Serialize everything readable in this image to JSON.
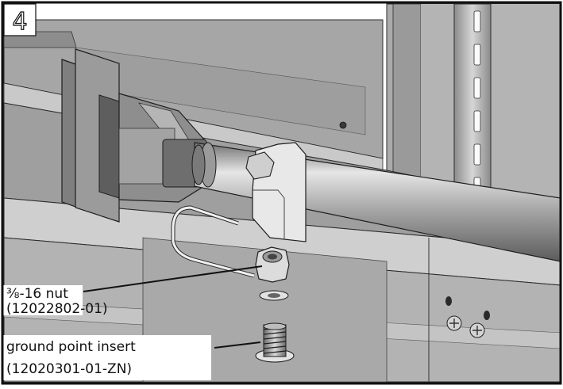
{
  "step_number": "4",
  "callouts": [
    {
      "label": "⅜-16 nut",
      "part_number": "(12022802-01)"
    },
    {
      "label": "ground point insert",
      "part_number": "(12020301-01-ZN)"
    }
  ]
}
